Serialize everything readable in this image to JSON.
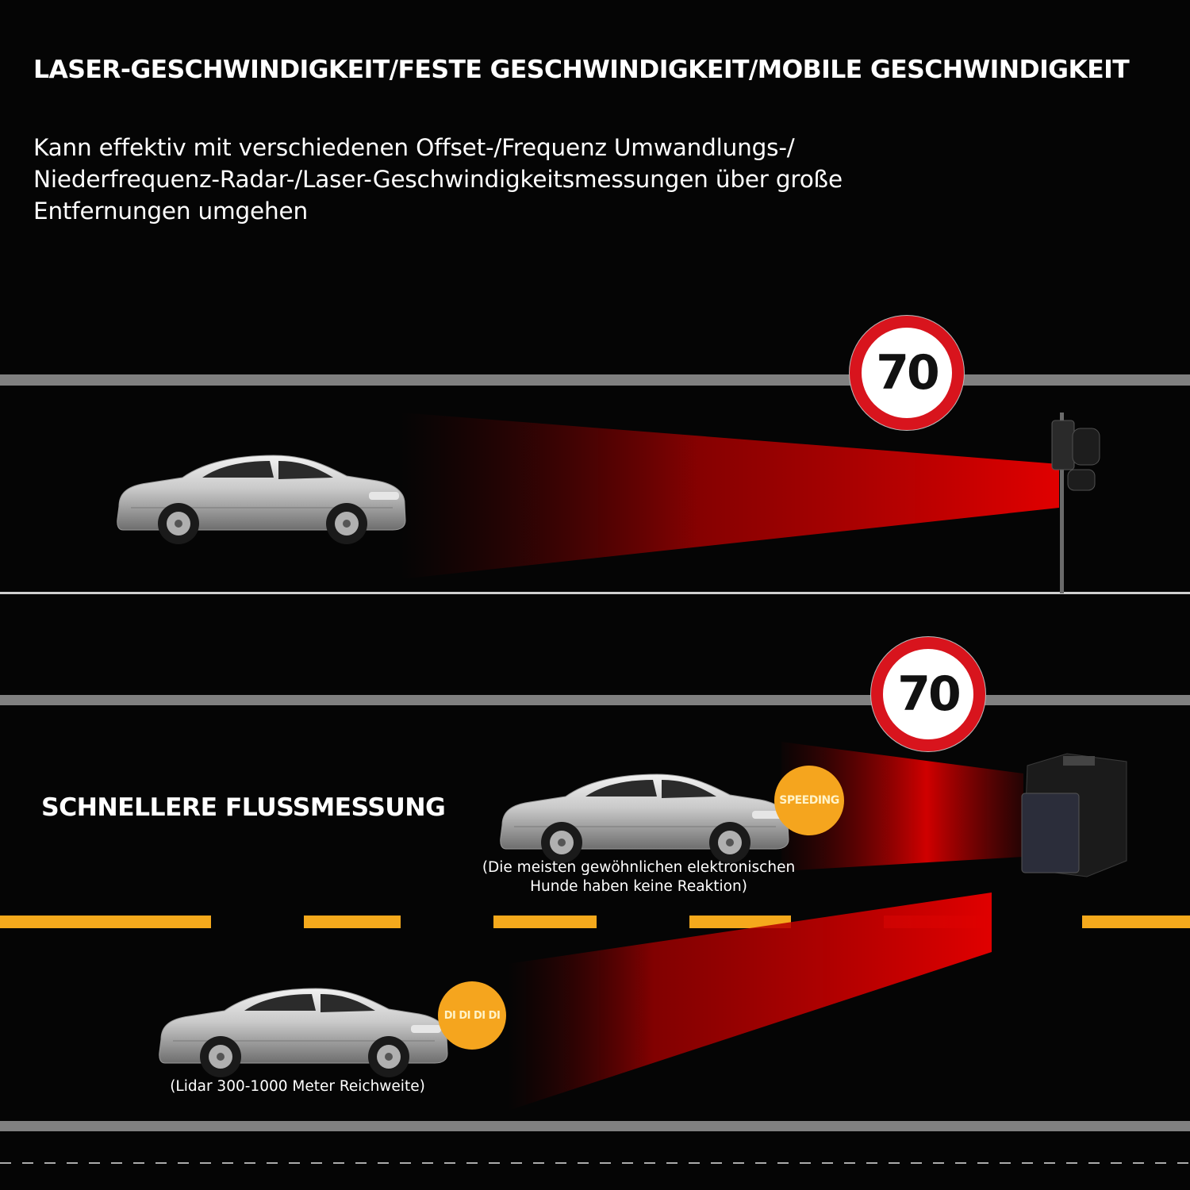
{
  "title": "LASER-GESCHWINDIGKEIT/FESTE GESCHWINDIGKEIT/MOBILE GESCHWINDIGKEIT",
  "description": "Kann effektiv mit verschiedenen Offset-/Frequenz Umwandlungs-/ Niederfrequenz-Radar-/Laser-Geschwindigkeitsmessungen über große Entfernungen umgehen",
  "section2": {
    "title": "SCHNELLERE FLUSSMESSUNG",
    "caption_dogs": "(Die meisten gewöhnlichen elektronischen Hunde haben keine Reaktion)",
    "caption_lidar": "(Lidar 300-1000 Meter Reichweite)"
  },
  "signs": {
    "speed_limit_1": "70",
    "speed_limit_2": "70"
  },
  "badges": {
    "speeding": "SPEEDING",
    "beep": "DI DI DI DI"
  },
  "colors": {
    "background": "#050505",
    "road_line": "#808080",
    "lane_dash": "#f5a91c",
    "laser_beam": "#d00000",
    "sign_ring": "#d8141d",
    "badge": "#f5a51e"
  },
  "icons": [
    "car-icon",
    "traffic-light-icon",
    "laser-camera-icon",
    "speed-limit-sign-icon"
  ]
}
